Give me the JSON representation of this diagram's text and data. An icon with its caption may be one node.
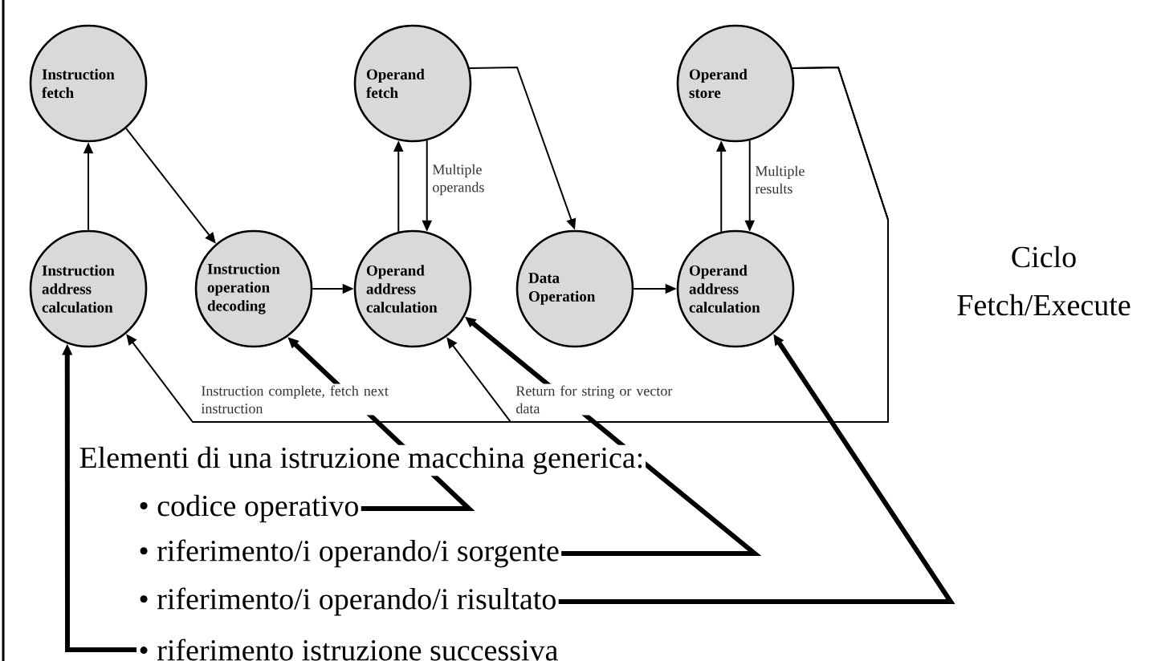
{
  "diagram": {
    "title": "Ciclo Fetch/Execute",
    "nodes": [
      {
        "text": [
          "Instruction fetch"
        ]
      },
      {
        "text": [
          "Operand fetch"
        ]
      },
      {
        "text": [
          "Operand store"
        ]
      },
      {
        "text": [
          "Instruction address calculation"
        ]
      },
      {
        "text": [
          "Instruction operation decoding"
        ]
      },
      {
        "text": [
          "Operand address calculation"
        ]
      },
      {
        "text": [
          "Data Operation"
        ]
      },
      {
        "text": [
          "Operand address calculation"
        ]
      },
      {
        "text": [
          "• codice operativo"
        ]
      },
      {
        "text": [
          "• riferimento/i operando/i sorgente"
        ]
      },
      {
        "text": [
          "• riferimento/i operando/i risultato"
        ]
      },
      {
        "text": [
          "• riferimento istruzione successiva"
        ]
      }
    ],
    "edges": [
      {
        "from": 3,
        "to": 0,
        "arrow": "to"
      },
      {
        "from": 0,
        "to": 4,
        "arrow": "to"
      },
      {
        "from": 4,
        "to": 5,
        "arrow": "to"
      },
      {
        "from": 5,
        "to": 1,
        "arrow": "to"
      },
      {
        "from": 1,
        "to": 5,
        "arrow": "to",
        "label": "Multiple operands"
      },
      {
        "from": 1,
        "to": 6,
        "arrow": "to"
      },
      {
        "from": 6,
        "to": 7,
        "arrow": "to"
      },
      {
        "from": 7,
        "to": 2,
        "arrow": "to"
      },
      {
        "from": 2,
        "to": 7,
        "arrow": "to",
        "label": "Multiple results"
      },
      {
        "from": 2,
        "to": 3,
        "arrow": "to",
        "label": "Instruction complete, fetch next instruction"
      },
      {
        "from": 2,
        "to": 5,
        "arrow": "to",
        "label": "Return for string or vector data"
      },
      {
        "from": 8,
        "to": 4,
        "arrow": "to",
        "style": "thick"
      },
      {
        "from": 9,
        "to": 5,
        "arrow": "to",
        "style": "thick"
      },
      {
        "from": 10,
        "to": 7,
        "arrow": "to",
        "style": "thick"
      },
      {
        "from": 11,
        "to": 3,
        "arrow": "to",
        "style": "thick"
      }
    ],
    "labels": [
      "Elementi di una istruzione macchina generica:"
    ]
  }
}
